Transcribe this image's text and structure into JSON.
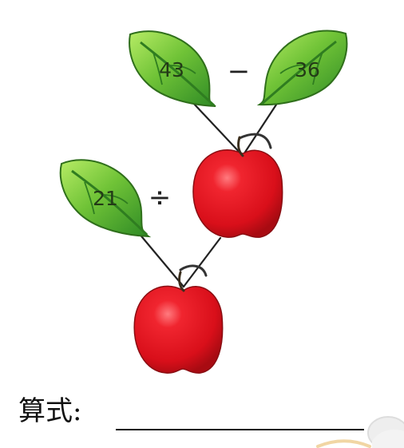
{
  "problem": {
    "top_left_number": "43",
    "top_operator": "−",
    "top_right_number": "36",
    "left_number": "21",
    "middle_operator": "÷"
  },
  "answer_prompt": {
    "label": "算式:"
  },
  "colors": {
    "leaf_light": "#8fd040",
    "leaf_dark": "#2f8d22",
    "apple_red": "#e81f2c",
    "apple_shadow": "#b91018",
    "stem": "#3b3b3b",
    "line": "#222222"
  }
}
